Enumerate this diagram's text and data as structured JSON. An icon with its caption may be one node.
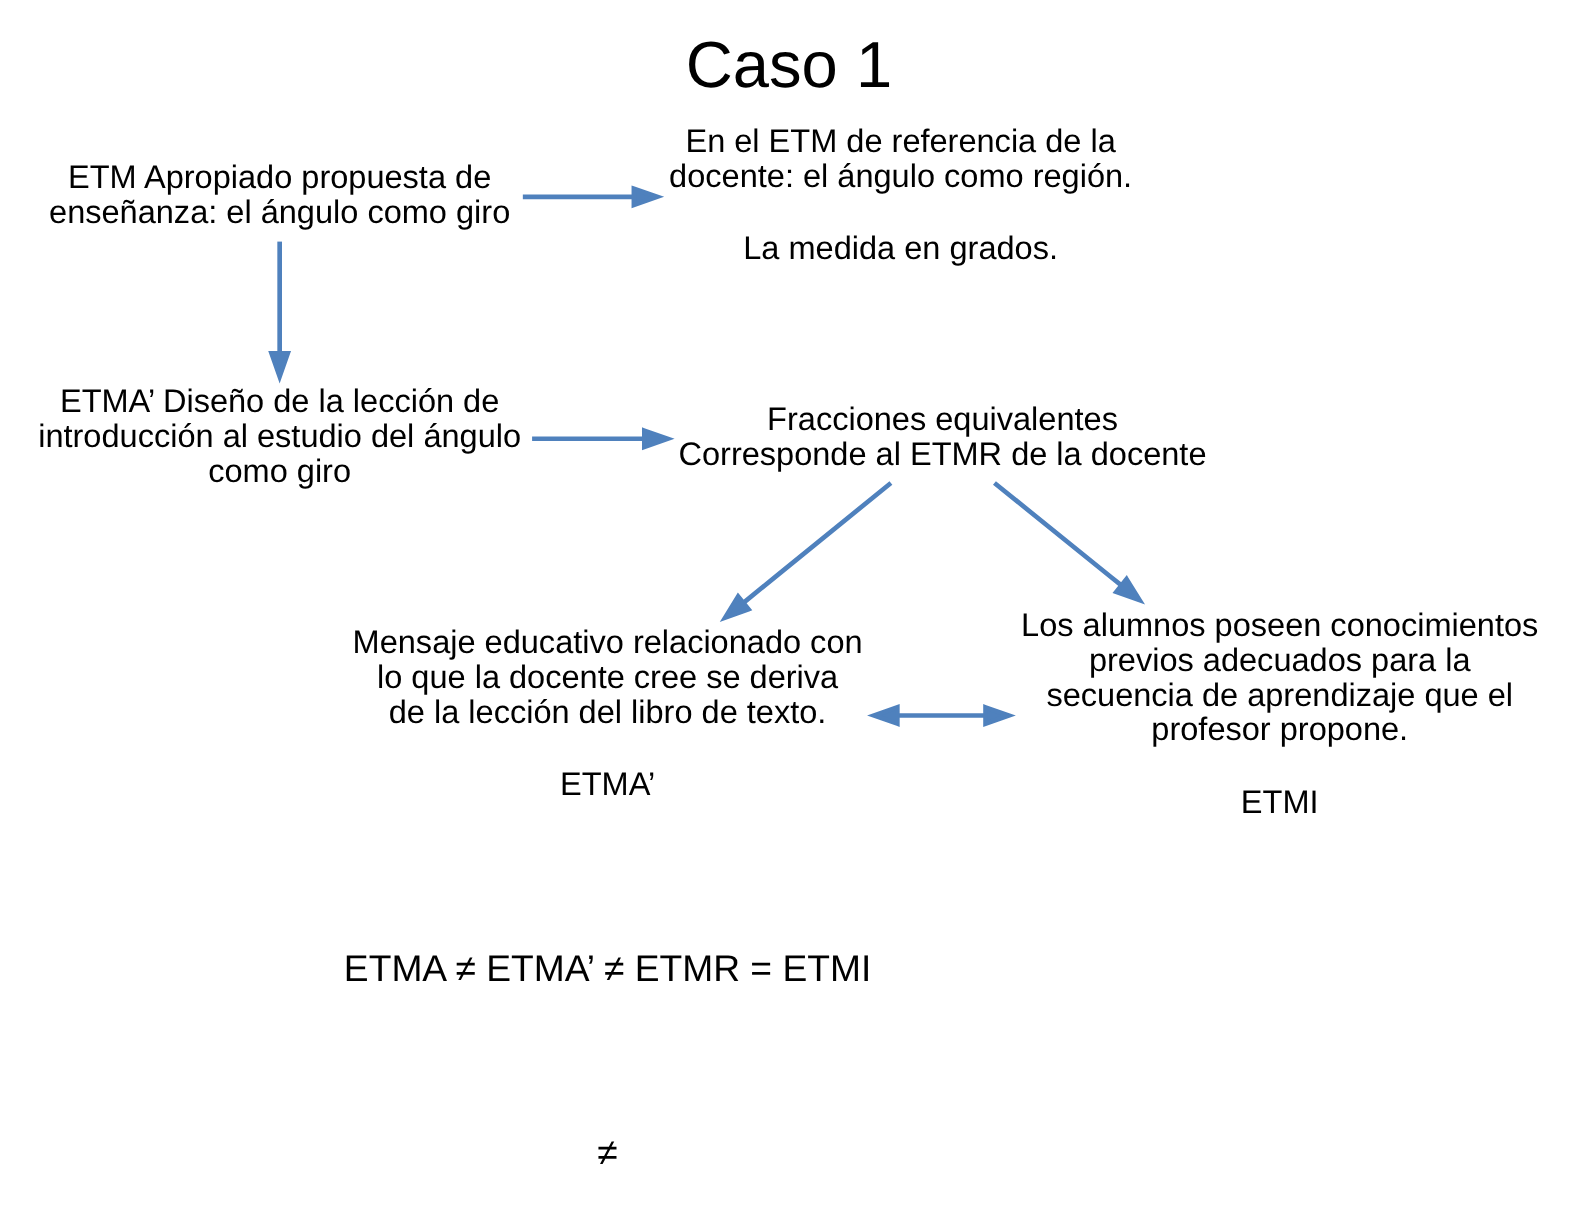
{
  "diagram": {
    "title": "Caso 1",
    "nodes": [
      {
        "text": [
          "ETM Apropiado propuesta de enseñanza: el ángulo como giro"
        ]
      },
      {
        "text": [
          "En el ETM de referencia de la docente: el ángulo como región.",
          "La medida en grados."
        ]
      },
      {
        "text": [
          "ETMA’ Diseño de la lección de introducción al estudio del ángulo como giro"
        ]
      },
      {
        "text": [
          "Fracciones equivalentes Corresponde al ETMR de la docente"
        ]
      },
      {
        "text": [
          "Mensaje educativo relacionado con lo que la docente cree se deriva de la lección del libro de texto."
        ],
        "beside": [
          "ETMA’"
        ]
      },
      {
        "text": [
          "Los alumnos poseen conocimientos previos adecuados para la secuencia de aprendizaje que el profesor propone."
        ],
        "beside": [
          "ETMI"
        ]
      }
    ],
    "edges": [
      {
        "from": 0,
        "to": 1,
        "arrow": "to"
      },
      {
        "from": 0,
        "to": 2,
        "arrow": "to"
      },
      {
        "from": 2,
        "to": 3,
        "arrow": "to"
      },
      {
        "from": 3,
        "to": 4,
        "arrow": "to"
      },
      {
        "from": 3,
        "to": 5,
        "arrow": "to"
      },
      {
        "from": 4,
        "to": 5,
        "arrow": "both"
      }
    ],
    "labels": [
      "ETMA ≠ ETMA’ ≠ ETMR = ETMI",
      "≠"
    ]
  }
}
